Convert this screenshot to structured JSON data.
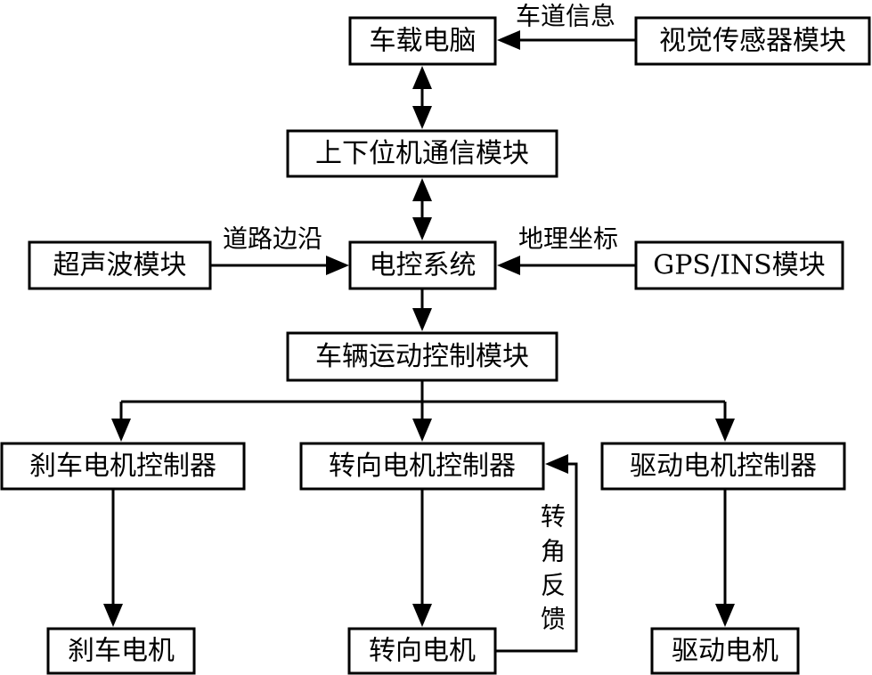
{
  "nodes": {
    "onboard_pc": "车载电脑",
    "vision_sensor": "视觉传感器模块",
    "comm_module": "上下位机通信模块",
    "ultrasonic": "超声波模块",
    "ecu": "电控系统",
    "gps_ins": "GPS/INS模块",
    "motion_control": "车辆运动控制模块",
    "brake_controller": "刹车电机控制器",
    "steer_controller": "转向电机控制器",
    "drive_controller": "驱动电机控制器",
    "brake_motor": "刹车电机",
    "steer_motor": "转向电机",
    "drive_motor": "驱动电机"
  },
  "edge_labels": {
    "lane_info": "车道信息",
    "road_edge": "道路边沿",
    "geo_coords": "地理坐标",
    "steer_feedback": [
      "转",
      "角",
      "反",
      "馈"
    ]
  }
}
